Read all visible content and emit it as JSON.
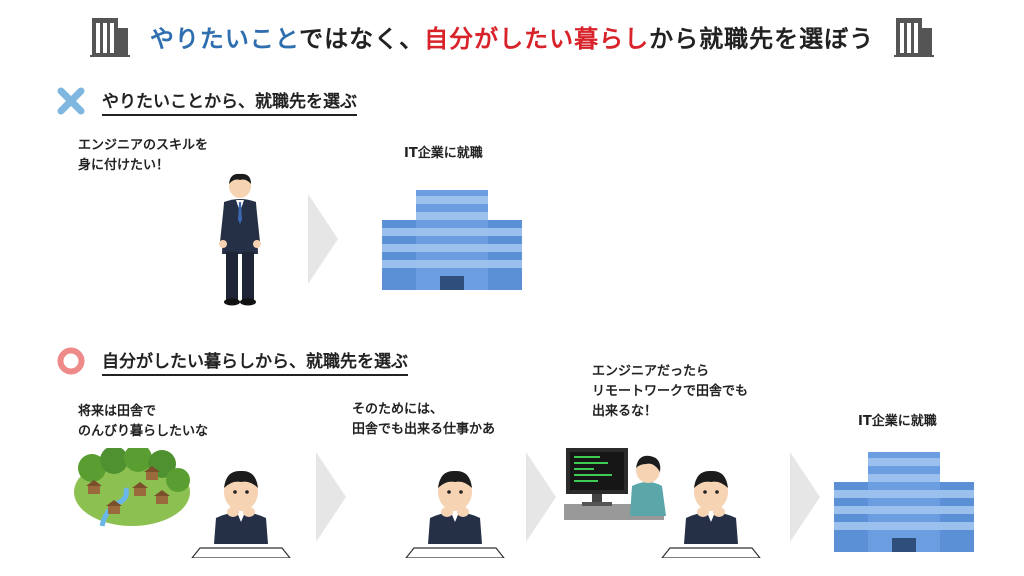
{
  "title": {
    "part_blue": "やりたいこと",
    "part_mid": "ではなく、",
    "part_red": "自分がしたい暮らし",
    "part_end": "から就職先を選ぼう"
  },
  "section_bad": {
    "label": "やりたいことから、就職先を選ぶ"
  },
  "section_good": {
    "label": "自分がしたい暮らしから、就職先を選ぶ"
  },
  "bad_flow": {
    "speech_line1": "エンジニアのスキルを",
    "speech_line2": "身に付けたい！",
    "result": "IT企業に就職"
  },
  "good_flow": {
    "step1_line1": "将来は田舎で",
    "step1_line2": "のんびり暮らしたいな",
    "step2_line1": "そのためには、",
    "step2_line2": "田舎でも出来る仕事かあ",
    "step3_line1": "エンジニアだったら",
    "step3_line2": "リモートワークで田舎でも",
    "step3_line3": "出来るな！",
    "result": "IT企業に就職"
  },
  "colors": {
    "blue_accent": "#2f6fb0",
    "red_accent": "#d8232a",
    "cross": "#7fb7e0",
    "circle": "#ee8a8a",
    "arrow": "#e6e6e6"
  }
}
